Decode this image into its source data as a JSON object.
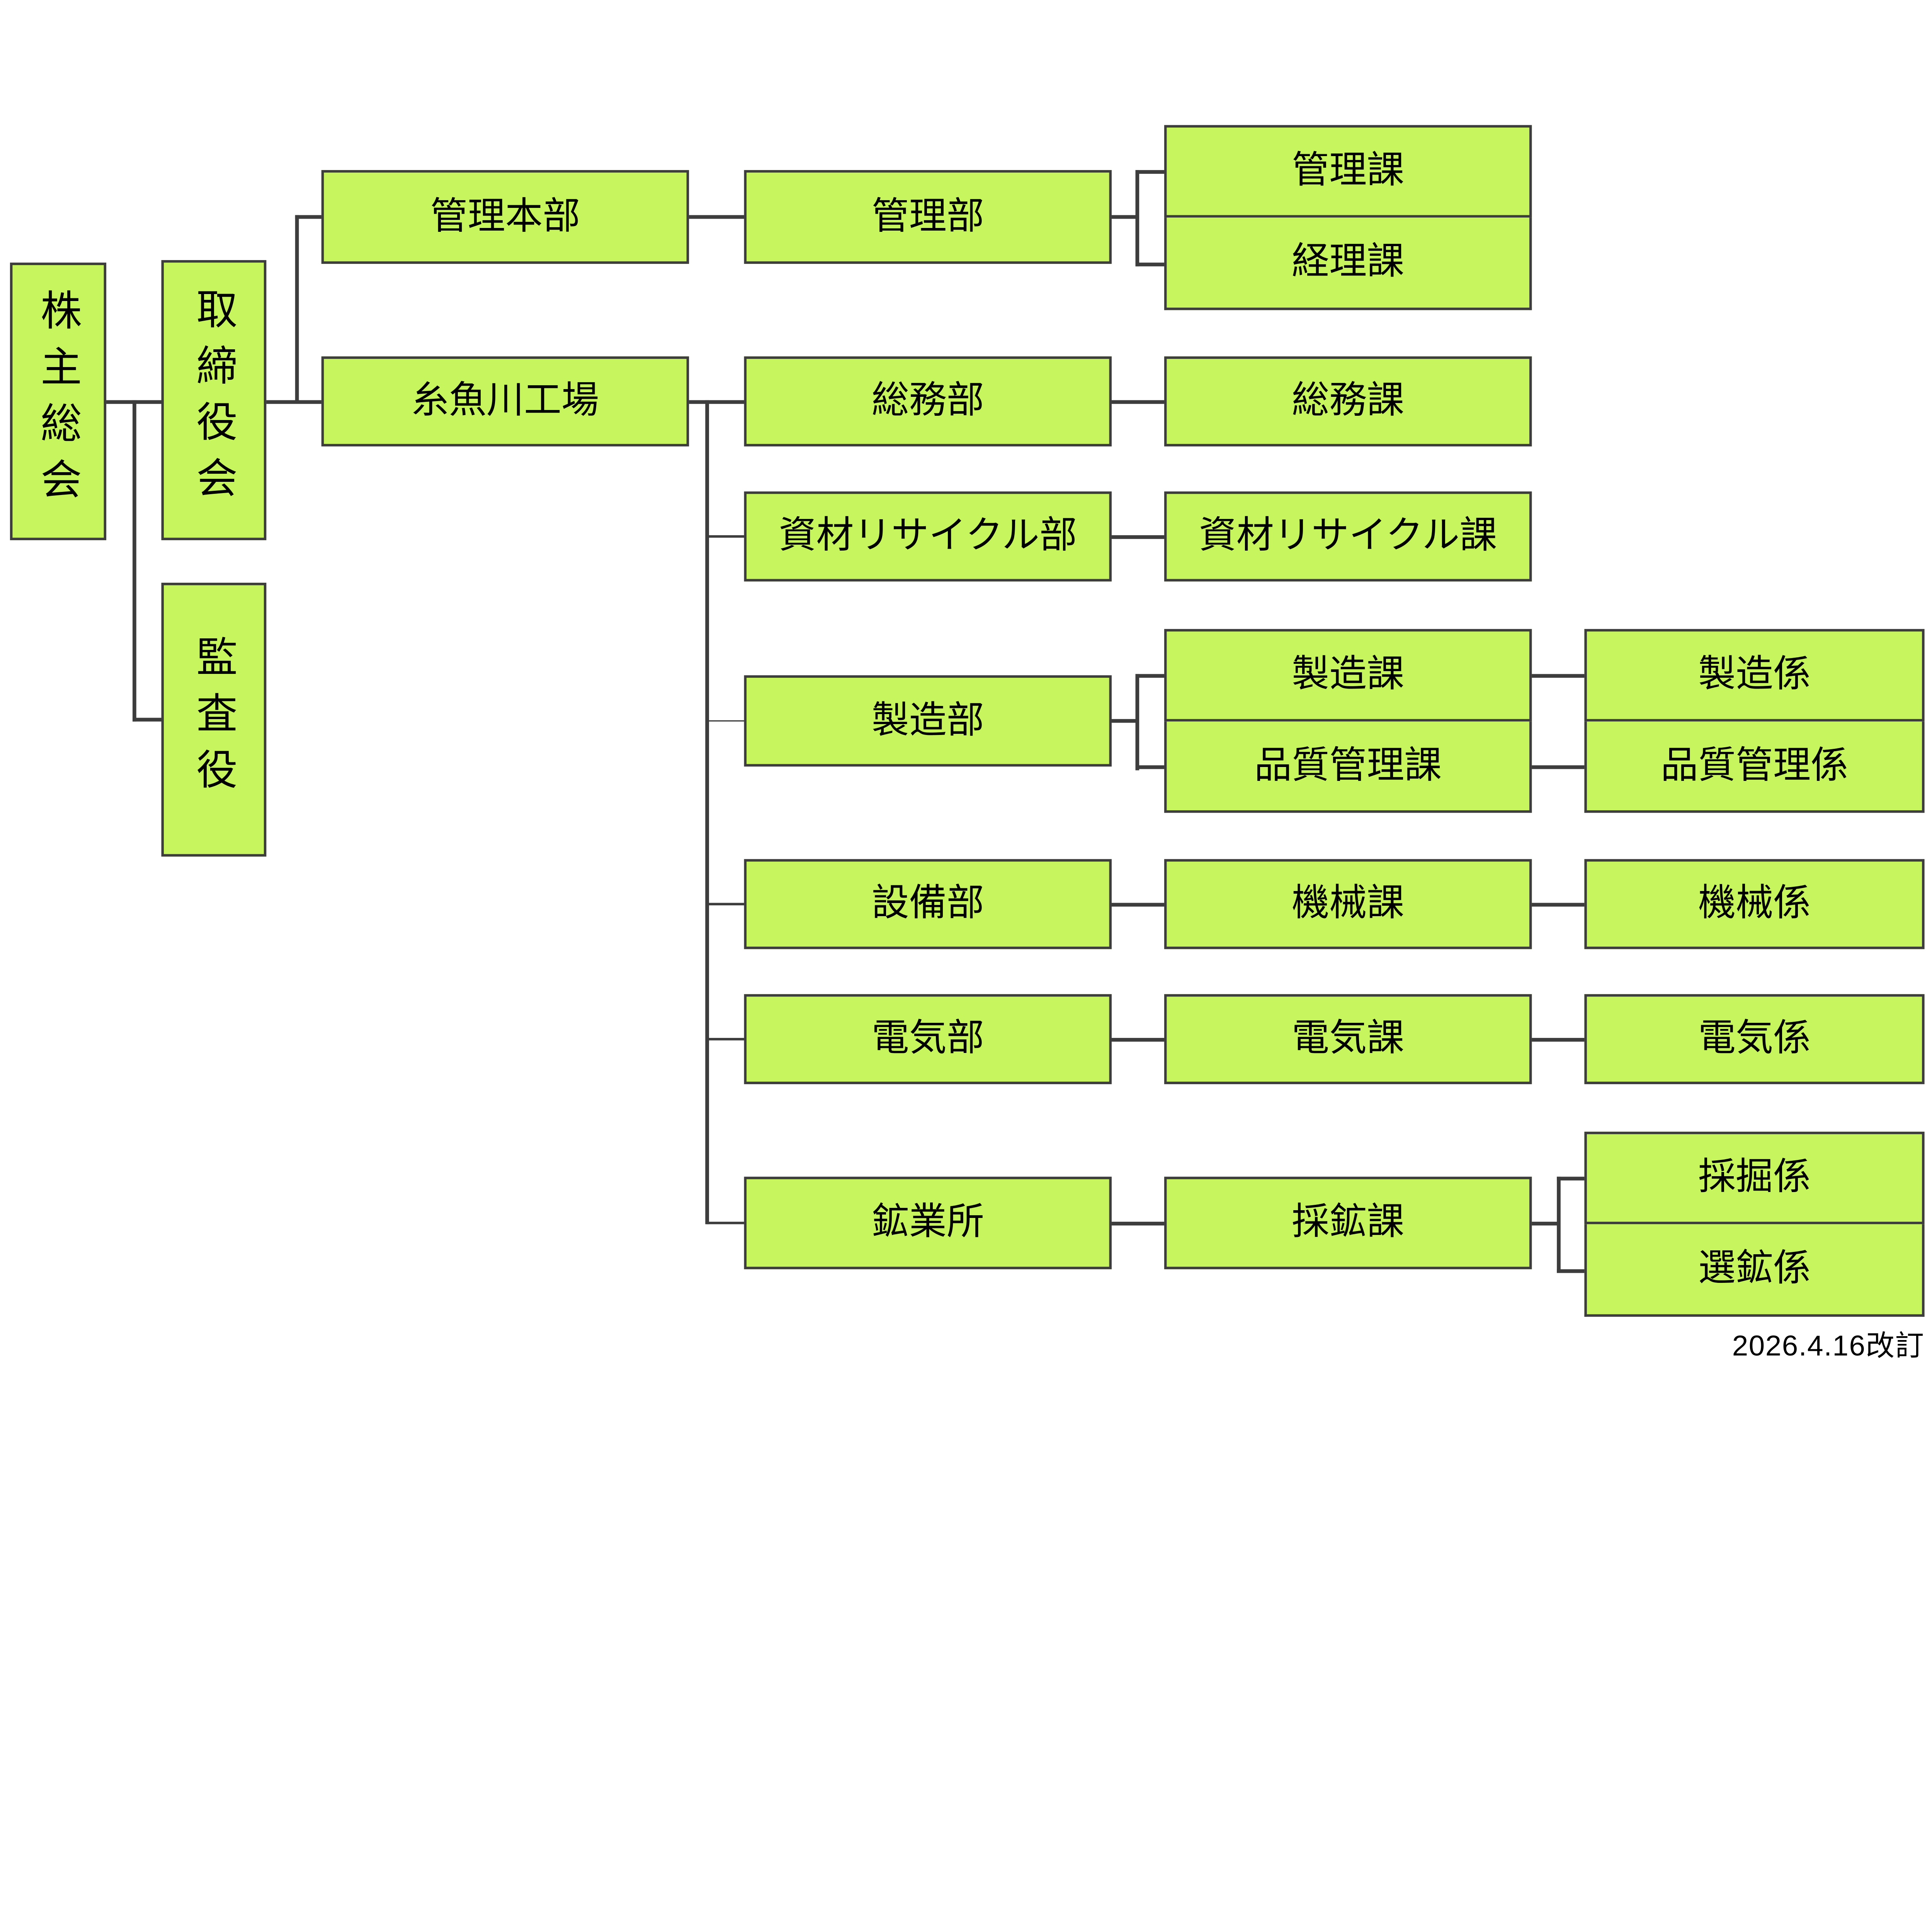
{
  "chart": {
    "nodes": {
      "shareholders_meeting": "株主総会",
      "board_of_directors": "取締役会",
      "auditor": "監査役",
      "admin_headquarters": "管理本部",
      "admin_department": "管理部",
      "admin_section": "管理課",
      "accounting_section": "経理課",
      "itoigawa_plant": "糸魚川工場",
      "general_affairs_department": "総務部",
      "general_affairs_section": "総務課",
      "materials_recycling_department": "資材リサイクル部",
      "materials_recycling_section": "資材リサイクル課",
      "manufacturing_department": "製造部",
      "manufacturing_section": "製造課",
      "quality_control_section": "品質管理課",
      "manufacturing_unit": "製造係",
      "quality_control_unit": "品質管理係",
      "equipment_department": "設備部",
      "machinery_section": "機械課",
      "machinery_unit": "機械係",
      "electrical_department": "電気部",
      "electrical_section": "電気課",
      "electrical_unit": "電気係",
      "mining_office": "鉱業所",
      "ore_mining_section": "採鉱課",
      "excavation_unit": "採掘係",
      "ore_dressing_unit": "選鉱係"
    },
    "revision_note": "2026.4.16改訂"
  },
  "colors": {
    "box_fill": "#c7f55d",
    "box_border": "#3d3d3d",
    "connector": "#3d3d3d",
    "background": "#ffffff",
    "text": "#000000"
  }
}
